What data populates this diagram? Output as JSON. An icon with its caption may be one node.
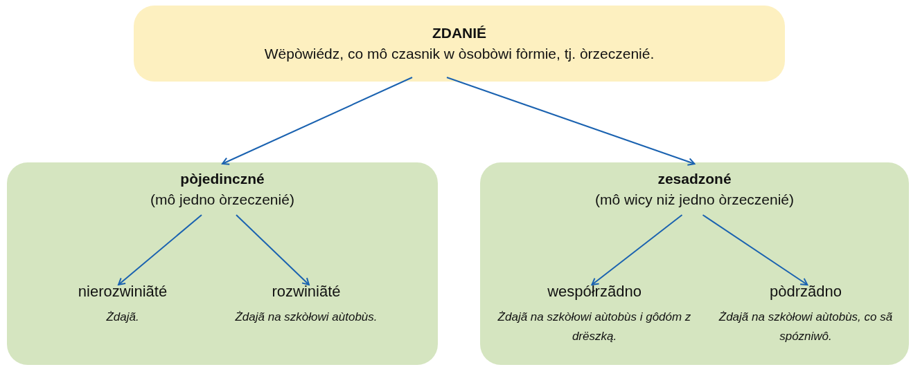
{
  "diagram": {
    "nodes": [
      {
        "text": [
          "ZDANIÉ",
          "Wëpòwiédz, co mô czasnik w òsobòwi fòrmie, tj. òrzeczenié."
        ]
      },
      {
        "text": [
          "pòjedinczné",
          "(mô jedno òrzeczenié)"
        ]
      },
      {
        "text": [
          "zesadzoné",
          "(mô wicy niż jedno òrzeczenié)"
        ]
      },
      {
        "text": [
          "nierozwiniãté",
          "Żdajã."
        ],
        "in": 1
      },
      {
        "text": [
          "rozwiniãté",
          "Żdajã na szkòłowi aùtobùs."
        ],
        "in": 1
      },
      {
        "text": [
          "wespółrzãdno",
          "Żdajã na szkòłowi aùtobùs i gôdóm z drëszką."
        ],
        "in": 2
      },
      {
        "text": [
          "pòdrzãdno",
          "Żdajã na szkòłowi aùtobùs, co sã spózniwô."
        ],
        "in": 2
      }
    ],
    "edges": [
      {
        "from": 0,
        "to": 1,
        "arrow": "to"
      },
      {
        "from": 0,
        "to": 2,
        "arrow": "to"
      },
      {
        "from": 1,
        "to": 3,
        "arrow": "to"
      },
      {
        "from": 1,
        "to": 4,
        "arrow": "to"
      },
      {
        "from": 2,
        "to": 5,
        "arrow": "to"
      },
      {
        "from": 2,
        "to": 6,
        "arrow": "to"
      }
    ]
  }
}
